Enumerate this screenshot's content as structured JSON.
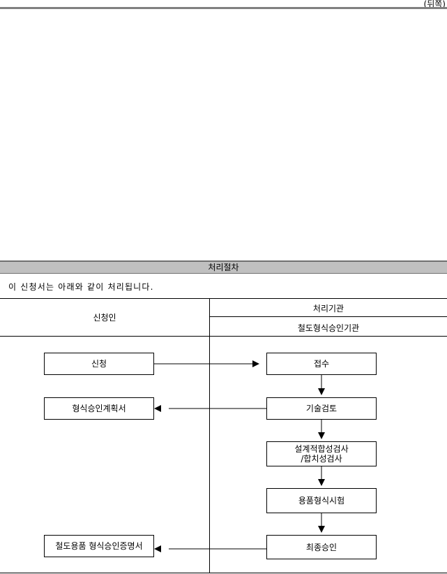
{
  "back_label": "(뒤쪽)",
  "procedure_title": "처리절차",
  "intro_text": "이 신청서는 아래와 같이 처리됩니다.",
  "columns": {
    "applicant": "신청인",
    "processing_org": "처리기관",
    "processing_org_name": "철도형식승인기관"
  },
  "applicant_steps": {
    "apply": "신청",
    "plan": "형식승인계획서",
    "certificate": "철도용품 형식승인증명서"
  },
  "org_steps": {
    "receipt": "접수",
    "tech_review": "기술검토",
    "design_inspection": "설계적합성검사\n/합치성검사",
    "type_test": "용품형식시험",
    "final_approval": "최종승인"
  }
}
